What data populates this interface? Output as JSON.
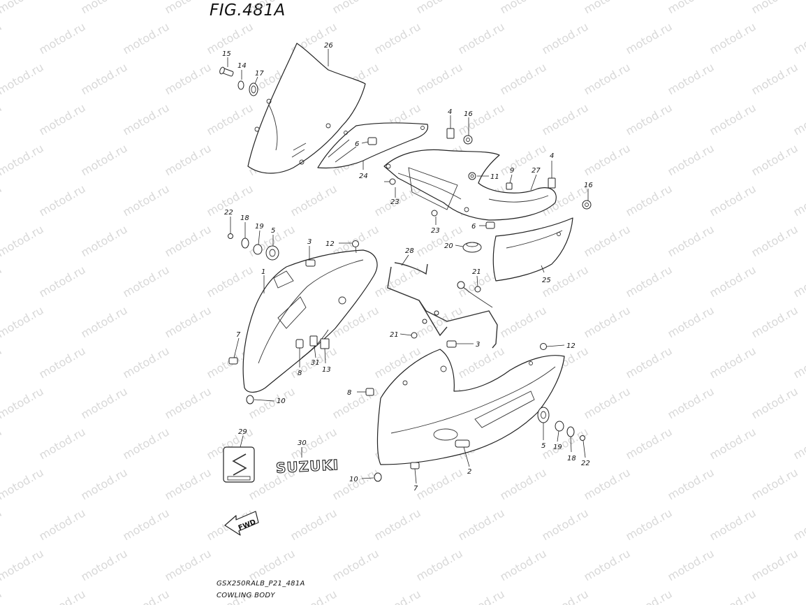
{
  "figure": {
    "title": "FIG.481A"
  },
  "watermark": {
    "text": "motod.ru"
  },
  "footer": {
    "line1": "GSX250RALB_P21_481A",
    "line2": "COWLING BODY"
  },
  "emblem": {
    "brand_text": "SUZUKI"
  },
  "fwd_arrow": {
    "label": "FWD"
  },
  "callouts": [
    {
      "id": "c15",
      "num": "15"
    },
    {
      "id": "c14",
      "num": "14"
    },
    {
      "id": "c17",
      "num": "17"
    },
    {
      "id": "c26",
      "num": "26"
    },
    {
      "id": "c4a",
      "num": "4"
    },
    {
      "id": "c16a",
      "num": "16"
    },
    {
      "id": "c6a",
      "num": "6"
    },
    {
      "id": "c24",
      "num": "24"
    },
    {
      "id": "c4b",
      "num": "4"
    },
    {
      "id": "c11",
      "num": "11"
    },
    {
      "id": "c9",
      "num": "9"
    },
    {
      "id": "c27",
      "num": "27"
    },
    {
      "id": "c23a",
      "num": "23"
    },
    {
      "id": "c16b",
      "num": "16"
    },
    {
      "id": "c23b",
      "num": "23"
    },
    {
      "id": "c6b",
      "num": "6"
    },
    {
      "id": "c22a",
      "num": "22"
    },
    {
      "id": "c18a",
      "num": "18"
    },
    {
      "id": "c19a",
      "num": "19"
    },
    {
      "id": "c5a",
      "num": "5"
    },
    {
      "id": "c3a",
      "num": "3"
    },
    {
      "id": "c12a",
      "num": "12"
    },
    {
      "id": "c28",
      "num": "28"
    },
    {
      "id": "c20",
      "num": "20"
    },
    {
      "id": "c1",
      "num": "1"
    },
    {
      "id": "c21a",
      "num": "21"
    },
    {
      "id": "c25",
      "num": "25"
    },
    {
      "id": "c21b",
      "num": "21"
    },
    {
      "id": "c7a",
      "num": "7"
    },
    {
      "id": "c3b",
      "num": "3"
    },
    {
      "id": "c12b",
      "num": "12"
    },
    {
      "id": "c8a",
      "num": "8"
    },
    {
      "id": "c31",
      "num": "31"
    },
    {
      "id": "c13",
      "num": "13"
    },
    {
      "id": "c10a",
      "num": "10"
    },
    {
      "id": "c8b",
      "num": "8"
    },
    {
      "id": "c29",
      "num": "29"
    },
    {
      "id": "c30",
      "num": "30"
    },
    {
      "id": "c5b",
      "num": "5"
    },
    {
      "id": "c19b",
      "num": "19"
    },
    {
      "id": "c18b",
      "num": "18"
    },
    {
      "id": "c22b",
      "num": "22"
    },
    {
      "id": "c2",
      "num": "2"
    },
    {
      "id": "c10b",
      "num": "10"
    },
    {
      "id": "c7b",
      "num": "7"
    }
  ]
}
